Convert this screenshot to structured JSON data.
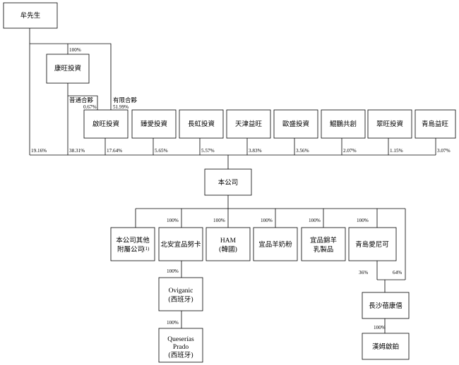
{
  "nodes": {
    "mou": "牟先生",
    "kangwang": "康旺投資",
    "qiwang": "啟旺投資",
    "zhenai": "臻愛投資",
    "changhong": "長虹投資",
    "tianjin": "天津益旺",
    "ousheng": "歐盛投資",
    "kunpeng": "鯤鵬共創",
    "cuiwang": "翠旺投資",
    "qingdao_yiwang": "青島益旺",
    "company": "本公司",
    "other_sub_line1": "本公司其他",
    "other_sub_line2": "附屬公司",
    "other_sub_note": "(1)",
    "beian": "北安宜品努卡",
    "ham_line1": "HAM",
    "ham_line2": "(韓國)",
    "goat_powder": "宜品羊奶粉",
    "dairy_line1": "宜品錦羊",
    "dairy_line2": "乳製品",
    "qingdao_aini": "青島愛尼可",
    "oviganic_line1": "Oviganic",
    "oviganic_line2": "(西班牙)",
    "queserias_line1": "Queserías",
    "queserias_line2": "Prado",
    "queserias_line3": "(西班牙)",
    "changsha": "長沙蓓康僖",
    "hanmu": "漢姆啟鉑"
  },
  "labels": {
    "gp": "普通合夥",
    "lp": "有限合夥"
  },
  "percentages": {
    "mou_kangwang": "100%",
    "gp_share": "0.67%",
    "lp_share": "51.99%",
    "mou_company": "19.16%",
    "kangwang_company": "38.31%",
    "qiwang": "17.64%",
    "zhenai": "5.65%",
    "changhong": "5.57%",
    "tianjin": "3.83%",
    "ousheng": "3.56%",
    "kunpeng": "2.07%",
    "cuiwang": "1.15%",
    "qingdao_yiwang": "3.07%",
    "beian": "100%",
    "ham": "100%",
    "goat_powder": "100%",
    "dairy": "100%",
    "qingdao_aini": "100%",
    "oviganic": "100%",
    "queserias": "100%",
    "aini_changsha": "36%",
    "company_changsha": "64%",
    "hanmu": "100%"
  }
}
